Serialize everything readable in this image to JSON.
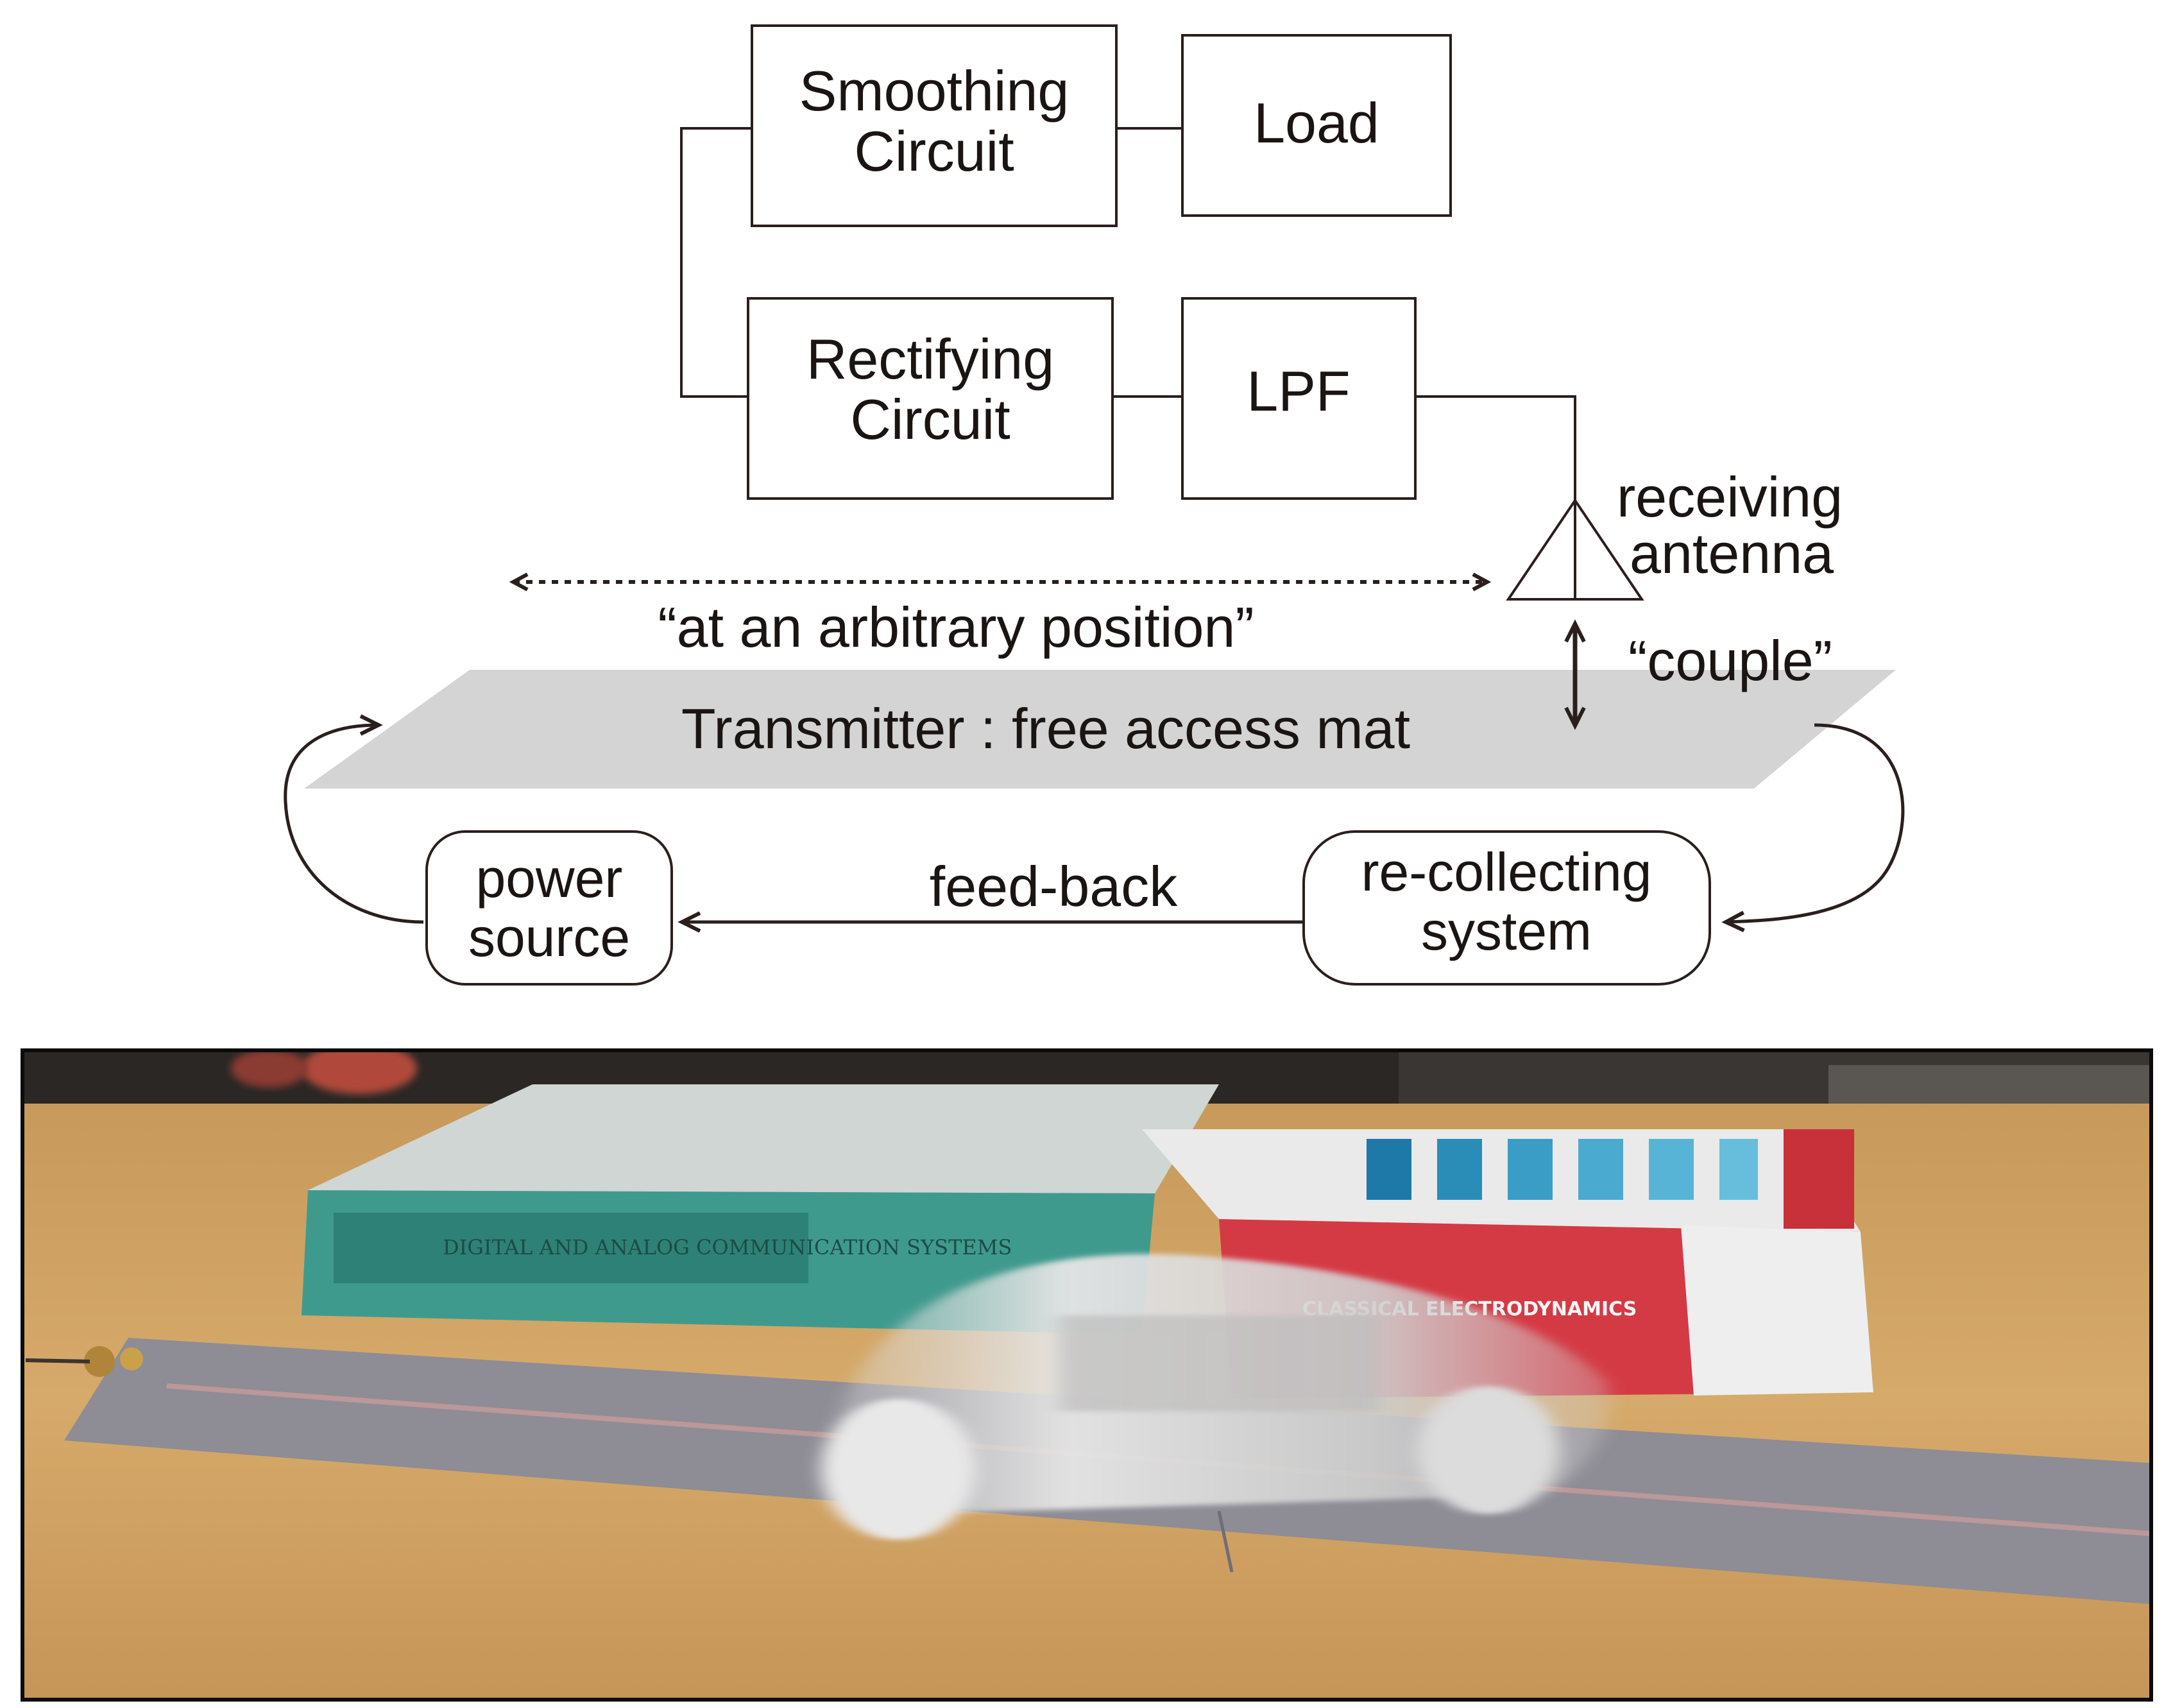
{
  "diagram": {
    "blocks": {
      "smoothing": [
        "Smoothing",
        "Circuit"
      ],
      "load": "Load",
      "rectifying": [
        "Rectifying",
        "Circuit"
      ],
      "lpf": "LPF",
      "power_source": [
        "power",
        "source"
      ],
      "re_collecting": [
        "re-collecting",
        "system"
      ]
    },
    "labels": {
      "receiving_antenna": [
        "receiving",
        "antenna"
      ],
      "arbitrary_position": "“at an arbitrary position”",
      "couple": "“couple”",
      "transmitter": "Transmitter : free access mat",
      "feedback": "feed-back"
    },
    "colors": {
      "line": "#2a1f1c",
      "mat": "#d4d4d4"
    }
  },
  "photo": {
    "book_left_title": "DIGITAL AND ANALOG COMMUNICATION SYSTEMS",
    "book_right_title": "CLASSICAL ELECTRODYNAMICS"
  }
}
